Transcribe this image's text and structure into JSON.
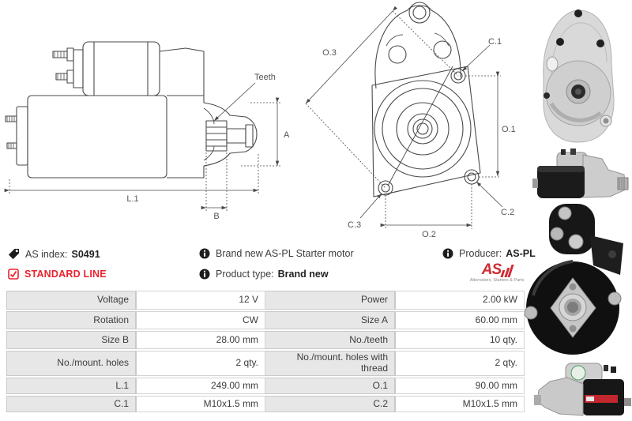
{
  "info": {
    "as_index_label": "AS index:",
    "as_index_value": "S0491",
    "standard_line": "STANDARD LINE",
    "brand_line": "Brand new AS-PL Starter motor",
    "product_type_label": "Product type:",
    "product_type_value": "Brand new",
    "producer_label": "Producer:",
    "producer_value": "AS-PL",
    "logo_text": "AS",
    "logo_tagline": "Alternators, Starters & Parts"
  },
  "diagram": {
    "side": {
      "teeth": "Teeth",
      "a": "A",
      "l1": "L.1",
      "b": "B"
    },
    "front": {
      "o3": "O.3",
      "c1": "C.1",
      "o1": "O.1",
      "c2": "C.2",
      "c3": "C.3",
      "o2": "O.2"
    }
  },
  "table": {
    "rows": [
      {
        "l1": "Voltage",
        "v1": "12 V",
        "l2": "Power",
        "v2": "2.00 kW"
      },
      {
        "l1": "Rotation",
        "v1": "CW",
        "l2": "Size A",
        "v2": "60.00 mm"
      },
      {
        "l1": "Size B",
        "v1": "28.00 mm",
        "l2": "No./teeth",
        "v2": "10 qty."
      },
      {
        "l1": "No./mount. holes",
        "v1": "2 qty.",
        "l2": "No./mount. holes with thread",
        "v2": "2 qty."
      },
      {
        "l1": "L.1",
        "v1": "249.00 mm",
        "l2": "O.1",
        "v2": "90.00 mm"
      },
      {
        "l1": "C.1",
        "v1": "M10x1.5 mm",
        "l2": "C.2",
        "v2": "M10x1.5 mm"
      }
    ]
  },
  "colors": {
    "accent_red": "#e8232e",
    "logo_red": "#cf2b34",
    "cell_gray": "#e7e7e7",
    "cell_border": "#c9c9c9",
    "drawing_line": "#4a4a4a"
  }
}
